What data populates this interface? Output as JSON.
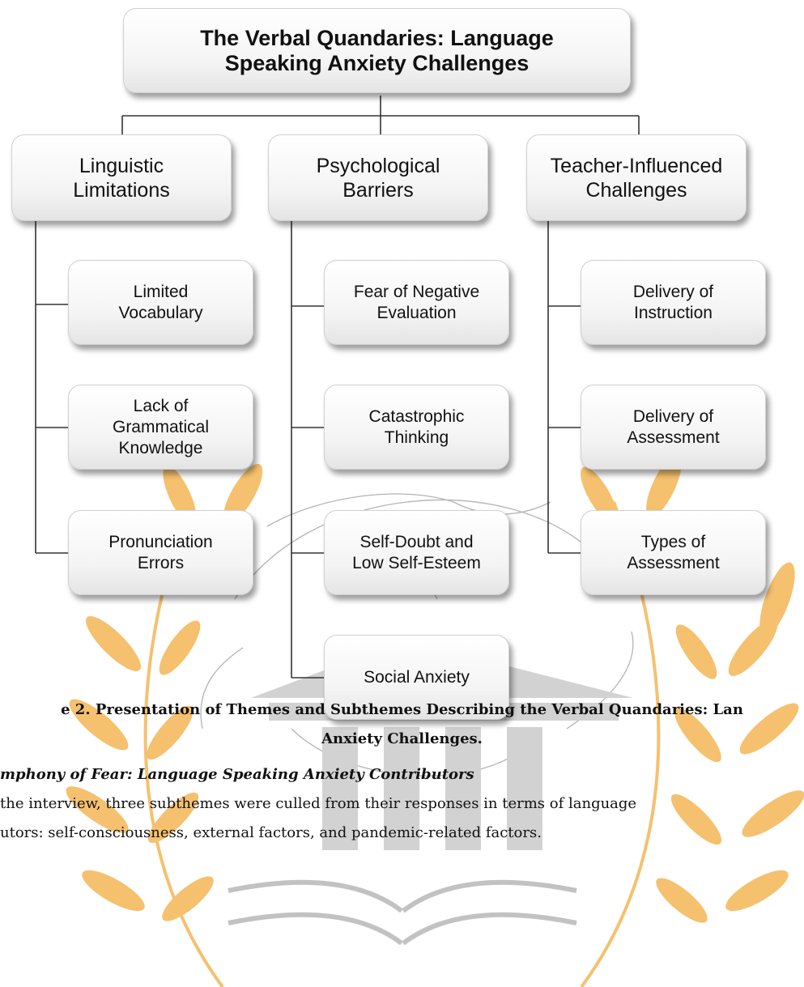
{
  "diagram": {
    "root": "The Verbal Quandaries: Language\nSpeaking Anxiety Challenges",
    "themes": [
      {
        "label": "Linguistic\nLimitations",
        "subthemes": [
          "Limited\nVocabulary",
          "Lack of\nGrammatical\nKnowledge",
          "Pronunciation\nErrors"
        ]
      },
      {
        "label": "Psychological\nBarriers",
        "subthemes": [
          "Fear of Negative\nEvaluation",
          "Catastrophic\nThinking",
          "Self-Doubt and\nLow Self-Esteem",
          "Social Anxiety"
        ]
      },
      {
        "label": "Teacher-Influenced\nChallenges",
        "subthemes": [
          "Delivery of\nInstruction",
          "Delivery of\nAssessment",
          "Types of\nAssessment"
        ]
      }
    ]
  },
  "caption": {
    "line1": "e 2. Presentation of Themes and Subthemes Describing the Verbal Quandaries: Lan",
    "line2": "Anxiety Challenges."
  },
  "section": {
    "heading": "mphony of Fear: Language Speaking Anxiety Contributors",
    "para_line1": " the interview, three subthemes were culled from their responses in terms of language",
    "para_line2": "utors: self-consciousness, external factors, and pandemic-related factors."
  },
  "colors": {
    "watermark_laurel": "#f2b04a",
    "watermark_building": "#cfcfcf",
    "connector": "#333333"
  }
}
